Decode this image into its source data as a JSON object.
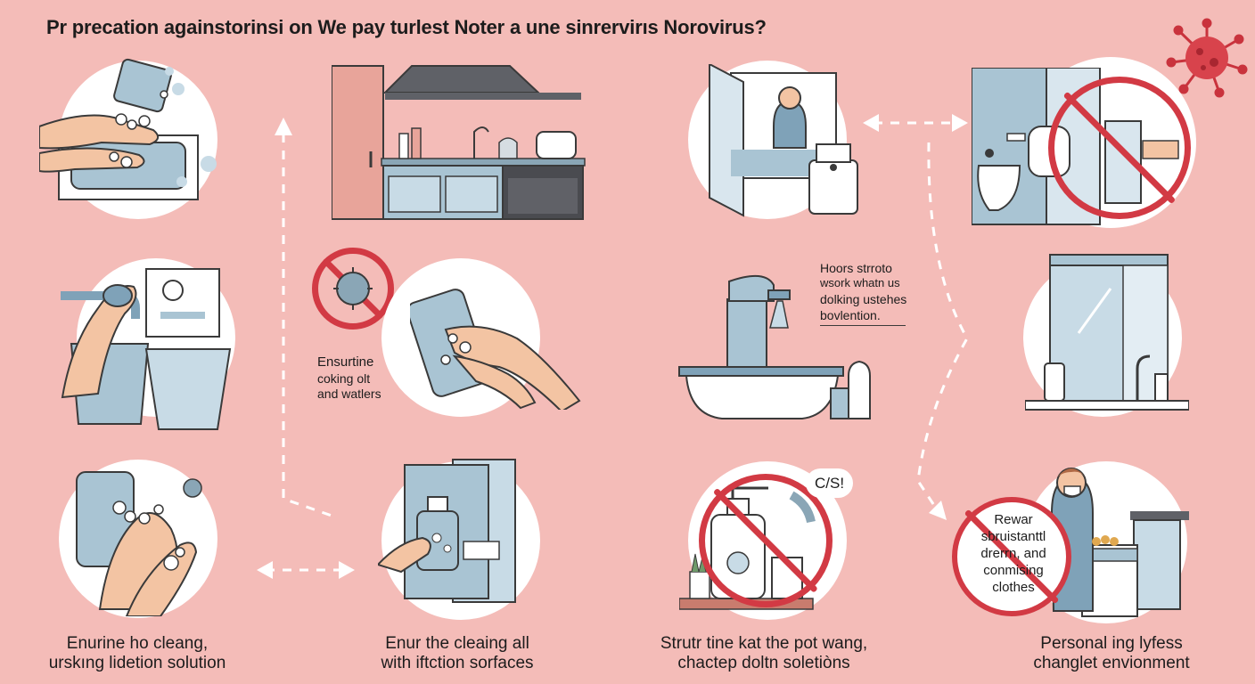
{
  "title": "Pr  precation againstorinsi on We pay turlest Noter a une sinrervirıs Norovirus?",
  "labels": {
    "ensure": [
      "Ensurtine",
      "coking olt",
      "and watlers"
    ],
    "hoors": [
      "Hoors strroto",
      "wsork whatn us",
      "dolking ustehes",
      "bovlention."
    ],
    "bubble": "C/S!",
    "rewar": [
      "Rewar",
      "sbruistanttl",
      "drerrn, and",
      "conmising",
      "clothes"
    ]
  },
  "captions": {
    "c1": [
      "Enurine ho cleang,",
      "urskıng lidetion solution"
    ],
    "c2": [
      "Enur the cleaing all",
      "with iftction sorfaces"
    ],
    "c3": [
      "Strutr tine kat the pot wang,",
      "chactep doltn soletiòns"
    ],
    "c4": [
      "Personal ing lyfess",
      "changlet envionment"
    ]
  },
  "colors": {
    "background": "#f4bcb8",
    "prohibit_red": "#d23a44",
    "water_blue": "#a9c4d3",
    "skin": "#f3c4a3",
    "dark": "#3a3a3a"
  }
}
